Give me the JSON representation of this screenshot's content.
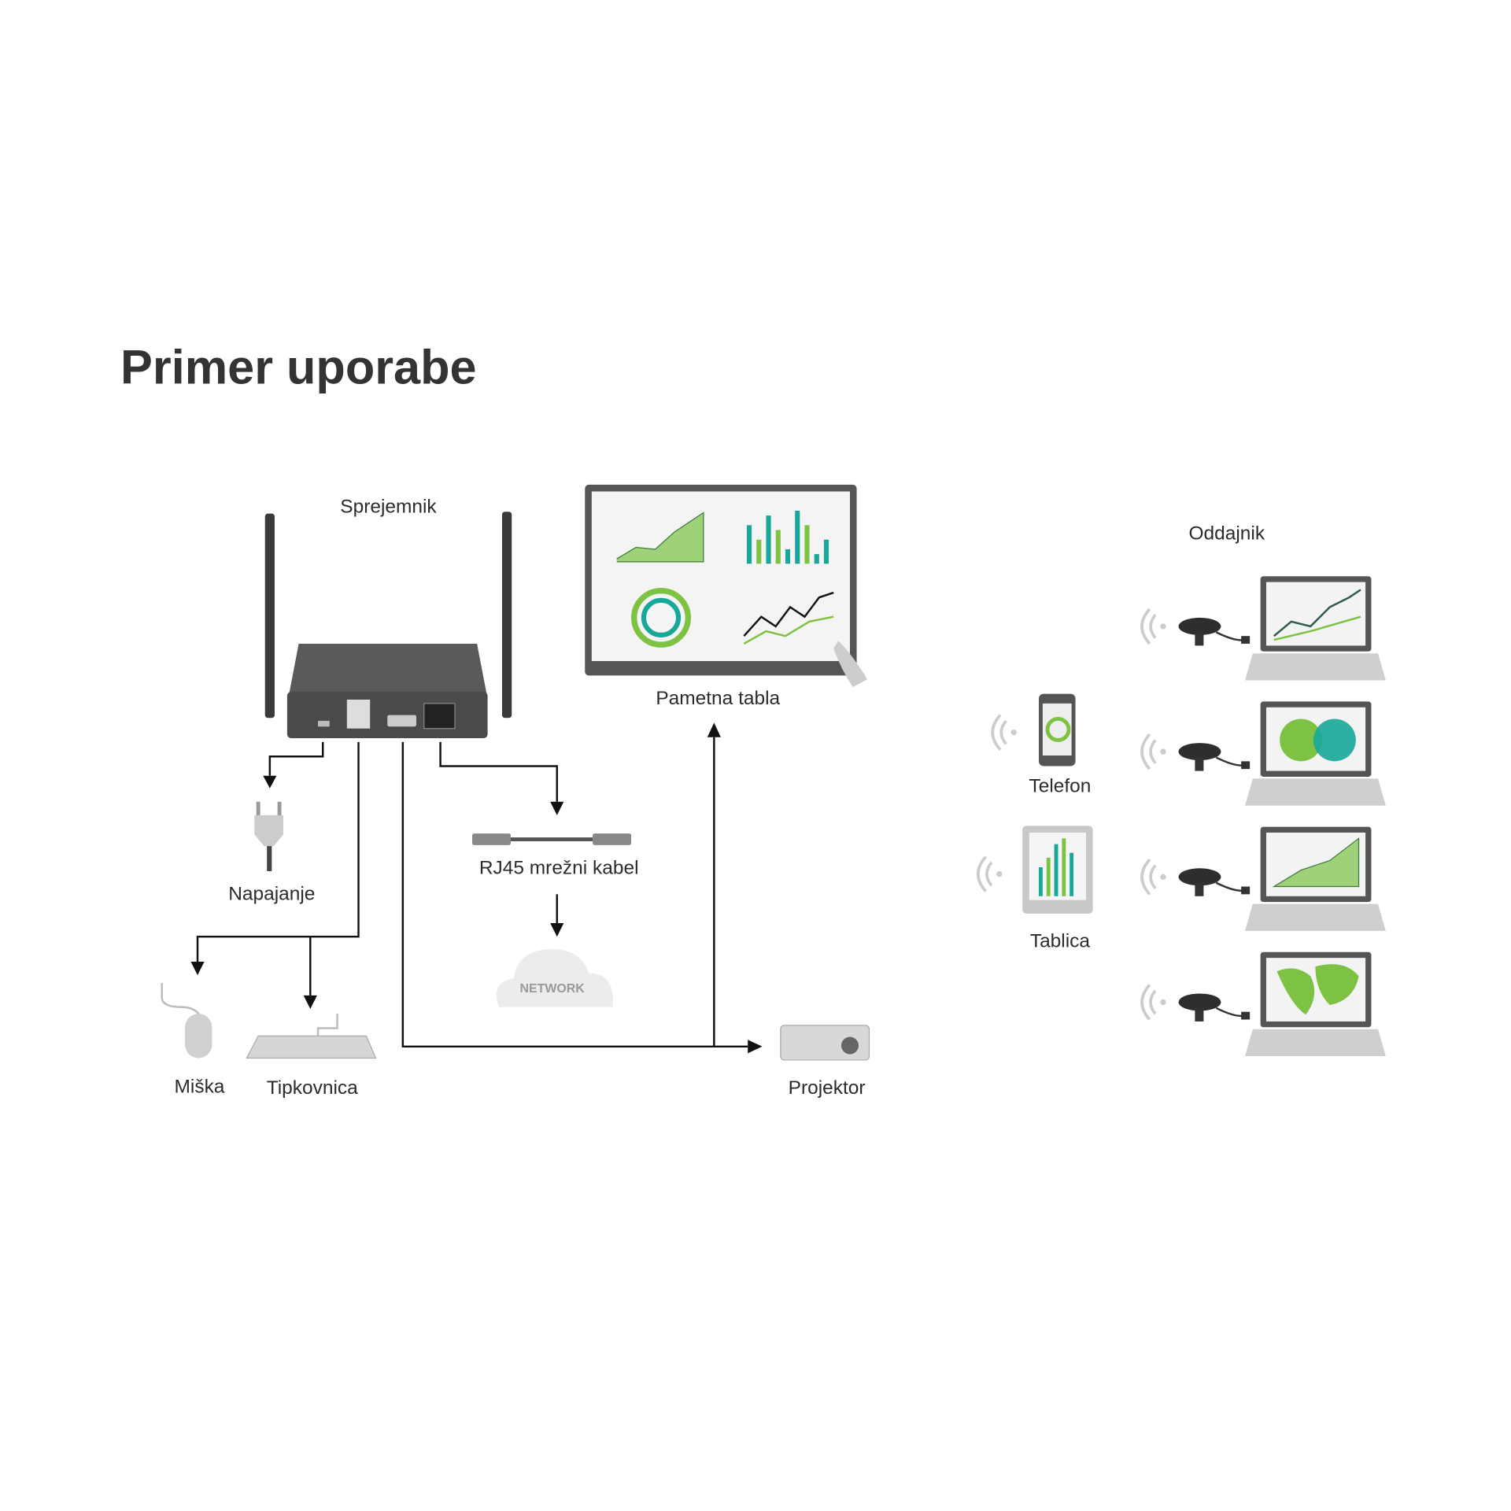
{
  "title": "Primer uporabe",
  "labels": {
    "receiver": "Sprejemnik",
    "smart_board": "Pametna tabla",
    "power": "Napajanje",
    "rj45": "RJ45 mrežni kabel",
    "network": "NETWORK",
    "mouse": "Miška",
    "keyboard": "Tipkovnica",
    "projector": "Projektor",
    "transmitter": "Oddajnik",
    "phone": "Telefon",
    "tablet": "Tablica"
  },
  "colors": {
    "accent_green": "#7dc242",
    "accent_teal": "#17a89a",
    "dark_device": "#4a4a4a",
    "light_device": "#c8c8c8"
  }
}
